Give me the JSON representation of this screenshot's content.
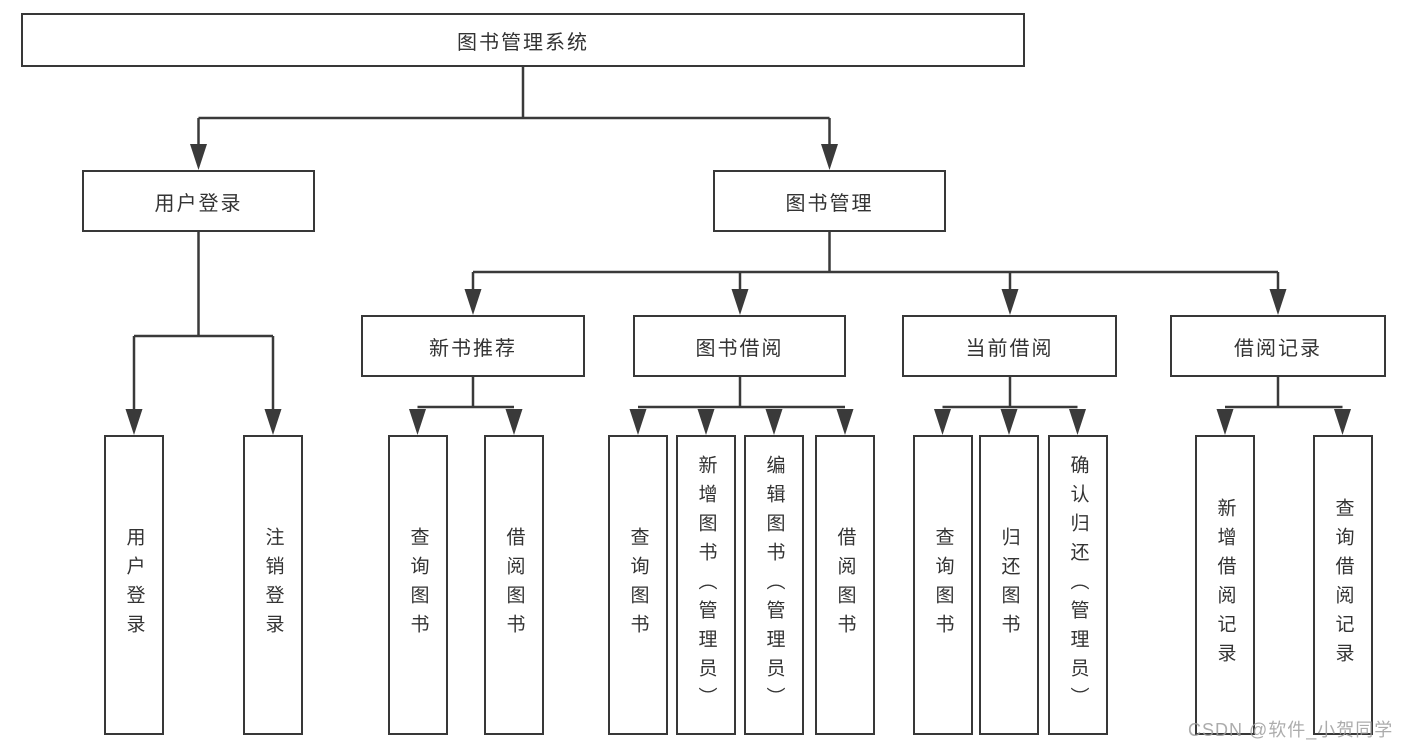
{
  "colors": {
    "line": "#3a3a3a",
    "box_border": "#383838",
    "text": "#333333",
    "background": "#ffffff",
    "watermark": "#9e9e9e"
  },
  "diagram": {
    "root": {
      "label": "图书管理系统"
    },
    "level2": [
      {
        "label": "用户登录"
      },
      {
        "label": "图书管理"
      }
    ],
    "level3": [
      {
        "label": "新书推荐"
      },
      {
        "label": "图书借阅"
      },
      {
        "label": "当前借阅"
      },
      {
        "label": "借阅记录"
      }
    ],
    "leaves": [
      {
        "label": "用户登录"
      },
      {
        "label": "注销登录"
      },
      {
        "label": "查询图书"
      },
      {
        "label": "借阅图书"
      },
      {
        "label": "查询图书"
      },
      {
        "label": "新增图书（管理员）"
      },
      {
        "label": "编辑图书（管理员）"
      },
      {
        "label": "借阅图书"
      },
      {
        "label": "查询图书"
      },
      {
        "label": "归还图书"
      },
      {
        "label": "确认归还（管理员）"
      },
      {
        "label": "新增借阅记录"
      },
      {
        "label": "查询借阅记录"
      }
    ]
  },
  "watermark": {
    "text": "CSDN @软件_小贺同学"
  }
}
